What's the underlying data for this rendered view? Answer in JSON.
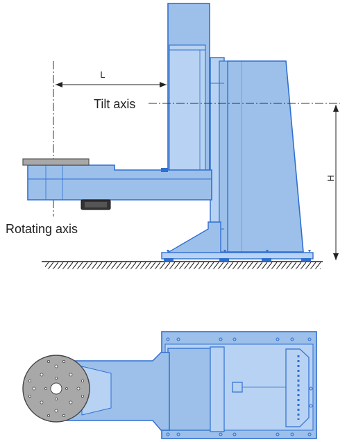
{
  "labels": {
    "dimension_l": "L",
    "dimension_h": "H",
    "tilt_axis": "Tilt axis",
    "rotating_axis": "Rotating axis"
  },
  "colors": {
    "body_fill": "#9cc0ea",
    "body_fill_light": "#b7d2f2",
    "outline": "#2f6fd0",
    "table_fill": "#a8a8a8",
    "table_outline": "#555555",
    "motor_fill": "#333333",
    "line": "#222222"
  }
}
